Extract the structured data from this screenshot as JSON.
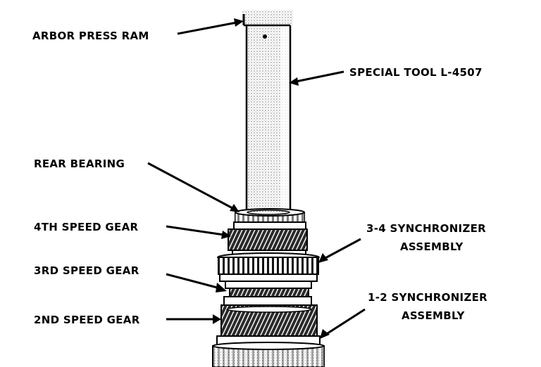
{
  "figure": {
    "subject": "Pressing components onto transmission mainshaft with arbor press",
    "labels": {
      "arbor_press_ram": "ARBOR PRESS RAM",
      "special_tool": "SPECIAL TOOL L-4507",
      "rear_bearing": "REAR BEARING",
      "fourth_speed_gear": "4TH SPEED GEAR",
      "synchronizer_34_line1": "3-4 SYNCHRONIZER",
      "synchronizer_34_line2": "ASSEMBLY",
      "third_speed_gear": "3RD SPEED GEAR",
      "synchronizer_12_line1": "1-2 SYNCHRONIZER",
      "synchronizer_12_line2": "ASSEMBLY",
      "second_speed_gear": "2ND SPEED GEAR"
    },
    "colors": {
      "ink": "#000000",
      "paper": "#ffffff",
      "stipple": "#8a8a8a"
    }
  }
}
